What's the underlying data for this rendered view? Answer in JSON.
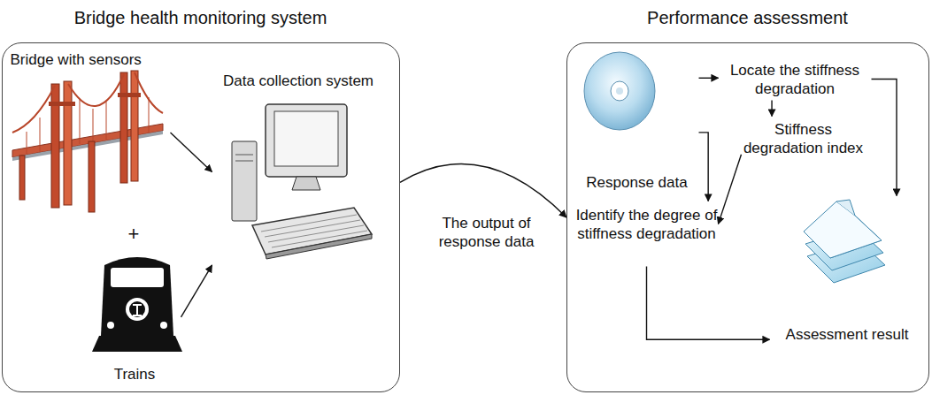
{
  "diagram": {
    "nodes": [
      {
        "text": [
          "Bridge health monitoring system"
        ]
      },
      {
        "text": [
          "Bridge with sensors"
        ],
        "in": 0
      },
      {
        "text": [
          "Data collection system"
        ],
        "in": 0
      },
      {
        "text": [
          "Trains"
        ],
        "in": 0
      },
      {
        "text": [
          "Performance assessment"
        ]
      },
      {
        "text": [
          "Response data"
        ],
        "in": 4
      },
      {
        "text": [
          "Locate the stiffness degradation"
        ],
        "in": 4
      },
      {
        "text": [
          "Stiffness degradation index"
        ],
        "in": 4
      },
      {
        "text": [
          "Identify the degree of stiffness degradation"
        ],
        "in": 4
      },
      {
        "text": [
          "Assessment result"
        ],
        "in": 4
      }
    ],
    "edges": [
      {
        "from": 1,
        "to": 2,
        "arrow": "to"
      },
      {
        "from": 3,
        "to": 2,
        "arrow": "to"
      },
      {
        "from": 0,
        "to": 4,
        "label": "The output of response data",
        "arrow": "to"
      },
      {
        "from": 5,
        "to": 6,
        "arrow": "to"
      },
      {
        "from": 5,
        "to": 8,
        "arrow": "to"
      },
      {
        "from": 6,
        "to": 7,
        "arrow": "to"
      },
      {
        "from": 7,
        "to": 8,
        "arrow": "to"
      },
      {
        "from": 6,
        "to": 9,
        "arrow": "to"
      },
      {
        "from": 8,
        "to": 9,
        "arrow": "to"
      }
    ],
    "labels": [
      "+"
    ]
  }
}
